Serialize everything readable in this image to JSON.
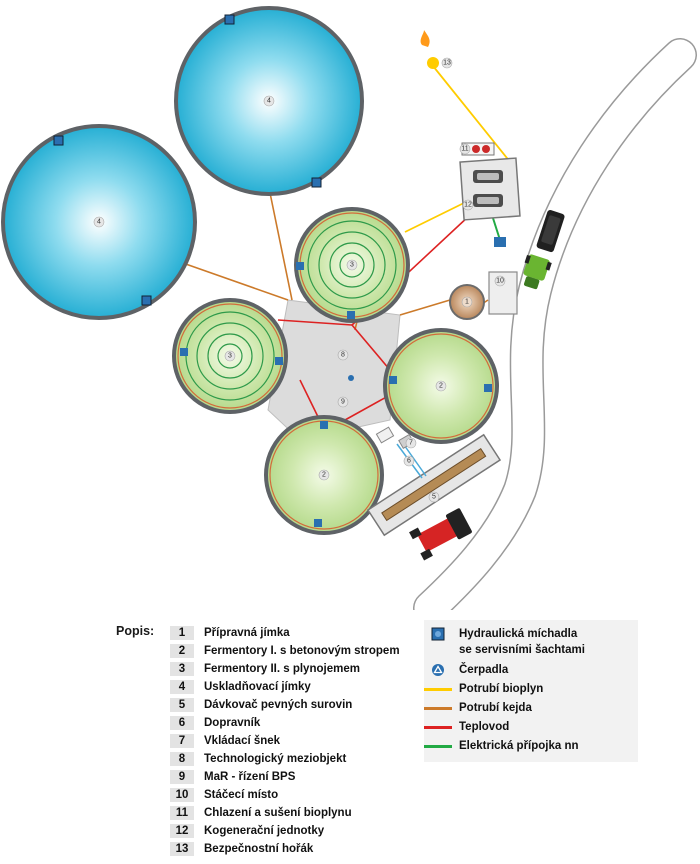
{
  "plan": {
    "markers": {
      "m1": "1",
      "m2a": "2",
      "m2b": "2",
      "m3a": "3",
      "m3b": "3",
      "m4a": "4",
      "m4b": "4",
      "m5": "5",
      "m6": "6",
      "m7": "7",
      "m8": "8",
      "m9": "9",
      "m10": "10",
      "m11": "11",
      "m12": "12",
      "m13": "13"
    }
  },
  "legend": {
    "title": "Popis:",
    "items": [
      {
        "num": "1",
        "label": "Přípravná jímka"
      },
      {
        "num": "2",
        "label": "Fermentory I. s betonovým stropem"
      },
      {
        "num": "3",
        "label": "Fermentory II. s plynojemem"
      },
      {
        "num": "4",
        "label": "Uskladňovací jímky"
      },
      {
        "num": "5",
        "label": "Dávkovač pevných surovin"
      },
      {
        "num": "6",
        "label": "Dopravník"
      },
      {
        "num": "7",
        "label": "Vkládací šnek"
      },
      {
        "num": "8",
        "label": "Technologický meziobjekt"
      },
      {
        "num": "9",
        "label": "MaR - řízení BPS"
      },
      {
        "num": "10",
        "label": "Stáčecí místo"
      },
      {
        "num": "11",
        "label": "Chlazení a sušení bioplynu"
      },
      {
        "num": "12",
        "label": "Kogenerační jednotky"
      },
      {
        "num": "13",
        "label": "Bezpečnostní hořák"
      }
    ],
    "symbols": {
      "mixers_line1": "Hydraulická míchadla",
      "mixers_line2": "se servisními šachtami",
      "pumps": "Čerpadla",
      "biogas": "Potrubí bioplyn",
      "slurry": "Potrubí kejda",
      "heat": "Teplovod",
      "electric": "Elektrická přípojka nn"
    },
    "colors": {
      "biogas": "#ffcc00",
      "slurry": "#cc7a2a",
      "heat": "#dd2222",
      "electric": "#22aa44",
      "storage": "#2fb6d6",
      "fermenter": "#c2e29a"
    }
  }
}
